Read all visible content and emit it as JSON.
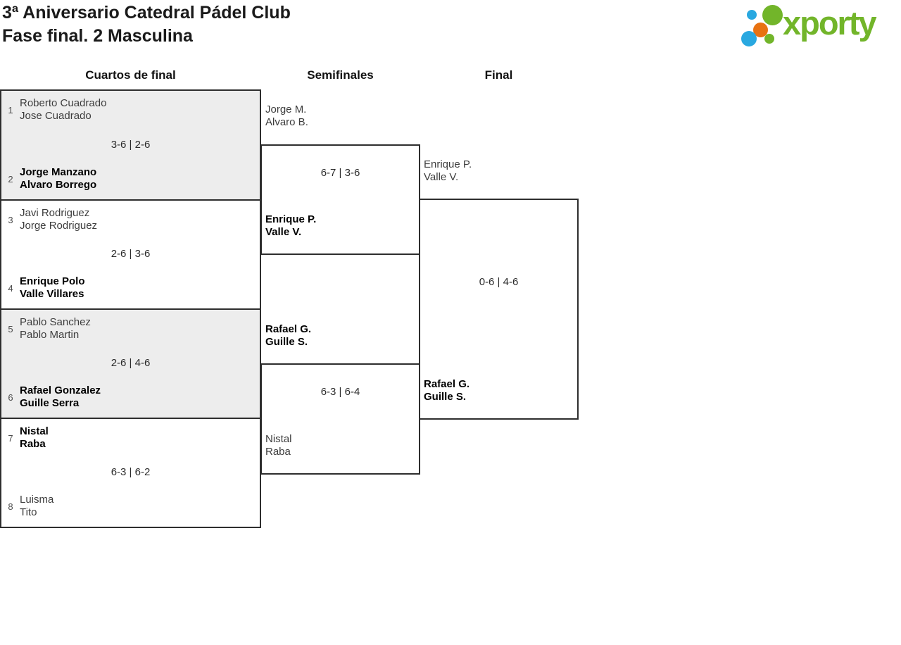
{
  "header": {
    "title_line1": "3ª Aniversario Catedral Pádel Club",
    "title_line2": "Fase final. 2 Masculina"
  },
  "logo": {
    "wordmark": "xporty",
    "colors": {
      "green": "#72b52a",
      "blue": "#29a8e0",
      "orange": "#e87211"
    }
  },
  "rounds": {
    "quarterfinals_label": "Cuartos de final",
    "semifinals_label": "Semifinales",
    "final_label": "Final"
  },
  "bracket": {
    "quarterfinals": [
      {
        "seed_top": "1",
        "top_line1": "Roberto Cuadrado",
        "top_line2": "Jose Cuadrado",
        "top_winner": false,
        "score": "3-6 | 2-6",
        "seed_bottom": "2",
        "bottom_line1": "Jorge Manzano",
        "bottom_line2": "Alvaro Borrego",
        "bottom_winner": true
      },
      {
        "seed_top": "3",
        "top_line1": "Javi Rodriguez",
        "top_line2": "Jorge Rodriguez",
        "top_winner": false,
        "score": "2-6 | 3-6",
        "seed_bottom": "4",
        "bottom_line1": "Enrique Polo",
        "bottom_line2": "Valle Villares",
        "bottom_winner": true
      },
      {
        "seed_top": "5",
        "top_line1": "Pablo Sanchez",
        "top_line2": "Pablo Martin",
        "top_winner": false,
        "score": "2-6 | 4-6",
        "seed_bottom": "6",
        "bottom_line1": "Rafael Gonzalez",
        "bottom_line2": "Guille Serra",
        "bottom_winner": true
      },
      {
        "seed_top": "7",
        "top_line1": "Nistal",
        "top_line2": "Raba",
        "top_winner": true,
        "score": "6-3 | 6-2",
        "seed_bottom": "8",
        "bottom_line1": "Luisma",
        "bottom_line2": "Tito",
        "bottom_winner": false
      }
    ],
    "semifinals": [
      {
        "top_line1": "Jorge M.",
        "top_line2": "Alvaro B.",
        "top_winner": false,
        "score": "6-7 | 3-6",
        "bottom_line1": "Enrique P.",
        "bottom_line2": "Valle V.",
        "bottom_winner": true
      },
      {
        "top_line1": "Rafael G.",
        "top_line2": "Guille S.",
        "top_winner": true,
        "score": "6-3 | 6-4",
        "bottom_line1": "Nistal",
        "bottom_line2": "Raba",
        "bottom_winner": false
      }
    ],
    "final": {
      "top_line1": "Enrique P.",
      "top_line2": "Valle V.",
      "top_winner": false,
      "score": "0-6 | 4-6",
      "bottom_line1": "Rafael G.",
      "bottom_line2": "Guille S.",
      "bottom_winner": true
    }
  }
}
